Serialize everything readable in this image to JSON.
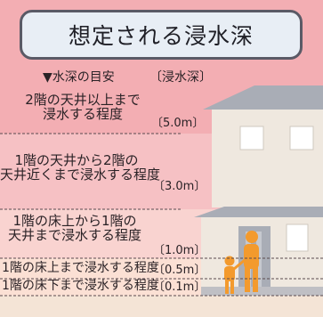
{
  "title": "想定される浸水深",
  "header": {
    "guide_label": "▼水深の目安",
    "depth_label": "〔浸水深〕"
  },
  "levels": [
    {
      "line1": "2階の天井以上まで",
      "line2": "浸水する程度",
      "depth": "〔5.0m〕"
    },
    {
      "line1": "1階の天井から2階の",
      "line2": "天井近くまで浸水する程度",
      "depth": "〔3.0m〕"
    },
    {
      "line1": "1階の床上から1階の",
      "line2": "天井まで浸水する程度",
      "depth": "〔1.0m〕"
    },
    {
      "line1": "1階の床上まで浸水する程度",
      "depth": "〔0.5m〕"
    },
    {
      "line1": "1階の床下まで浸水する程度",
      "depth": "〔0.1m〕"
    }
  ],
  "colors": {
    "band_top": "#f3aeb3",
    "band_mid": "#f6c1c4",
    "band_low": "#f9d3d0",
    "band_floor": "#fbe0d4",
    "house_wall": "#efe8df",
    "roof": "#a9adb6",
    "figures": "#f39a2d"
  }
}
